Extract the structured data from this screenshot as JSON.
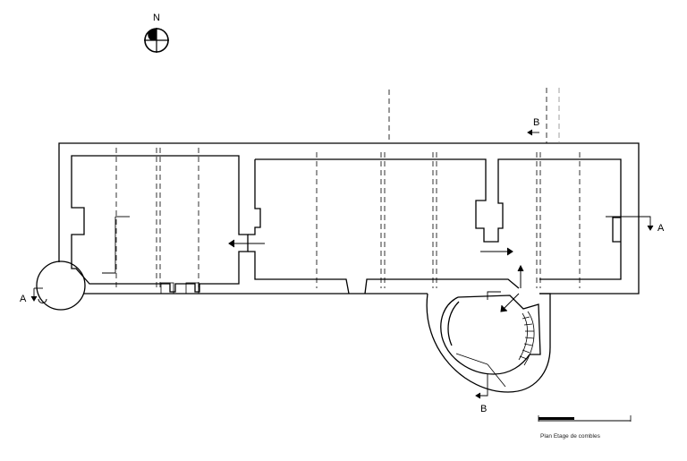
{
  "compass": {
    "label": "N",
    "icon": "north-compass-icon"
  },
  "section_marks": {
    "a_left": "A",
    "a_right": "A",
    "b_top": "B",
    "b_bottom": "B"
  },
  "caption": "Plan Etage de combles",
  "scale_bar": {
    "icon": "scale-bar-icon"
  },
  "colors": {
    "line": "#000000",
    "background": "#ffffff",
    "hidden_line": "#888888"
  }
}
